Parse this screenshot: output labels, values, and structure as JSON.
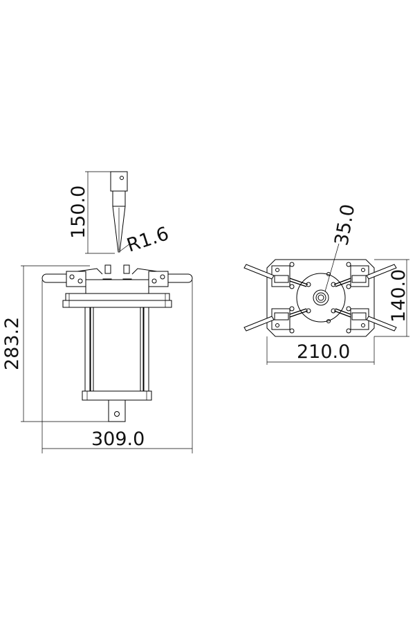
{
  "dimensions": {
    "tip_height": "150.0",
    "tip_radius": "R1.6",
    "overall_height": "283.2",
    "overall_width": "309.0",
    "hole_diameter": "35.0",
    "plate_height": "140.0",
    "plate_width": "210.0"
  }
}
